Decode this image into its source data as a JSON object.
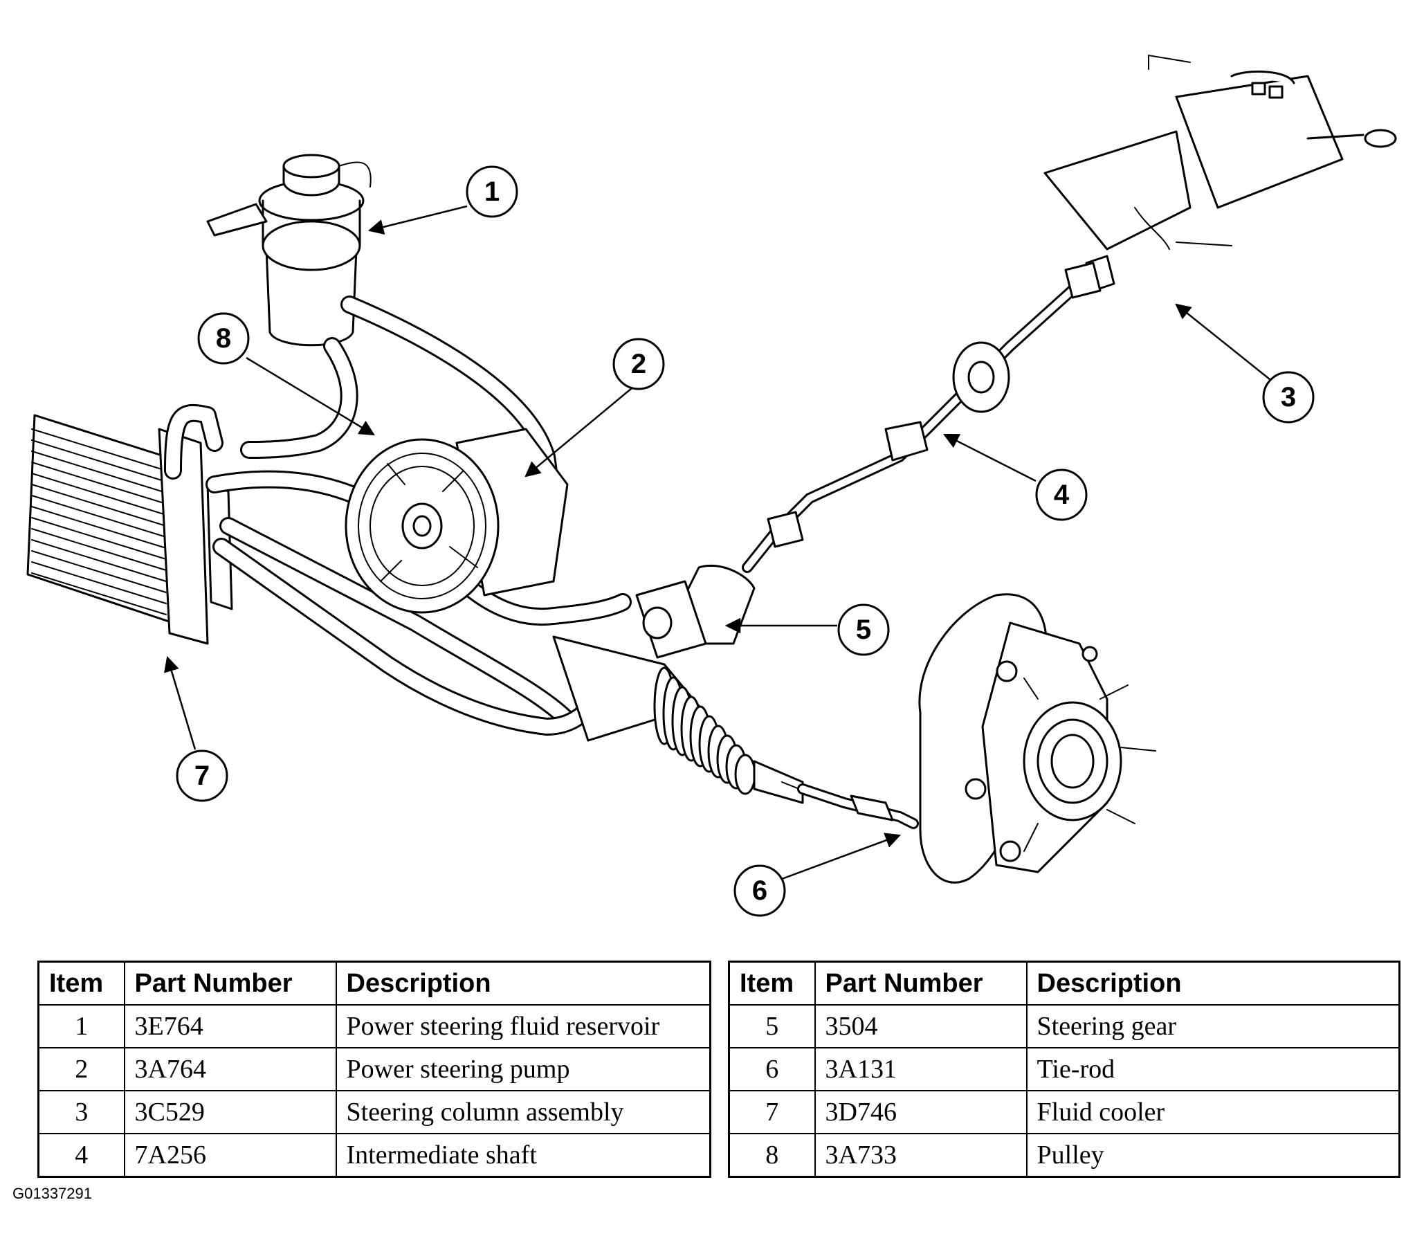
{
  "callouts": [
    "1",
    "2",
    "3",
    "4",
    "5",
    "6",
    "7",
    "8"
  ],
  "table_headers": {
    "item": "Item",
    "part_number": "Part Number",
    "description": "Description"
  },
  "parts_left": [
    {
      "item": "1",
      "part": "3E764",
      "desc": "Power steering fluid reservoir"
    },
    {
      "item": "2",
      "part": "3A764",
      "desc": "Power steering pump"
    },
    {
      "item": "3",
      "part": "3C529",
      "desc": "Steering column assembly"
    },
    {
      "item": "4",
      "part": "7A256",
      "desc": "Intermediate shaft"
    }
  ],
  "parts_right": [
    {
      "item": "5",
      "part": "3504",
      "desc": "Steering gear"
    },
    {
      "item": "6",
      "part": "3A131",
      "desc": "Tie-rod"
    },
    {
      "item": "7",
      "part": "3D746",
      "desc": "Fluid cooler"
    },
    {
      "item": "8",
      "part": "3A733",
      "desc": "Pulley"
    }
  ],
  "figure_id": "G01337291"
}
